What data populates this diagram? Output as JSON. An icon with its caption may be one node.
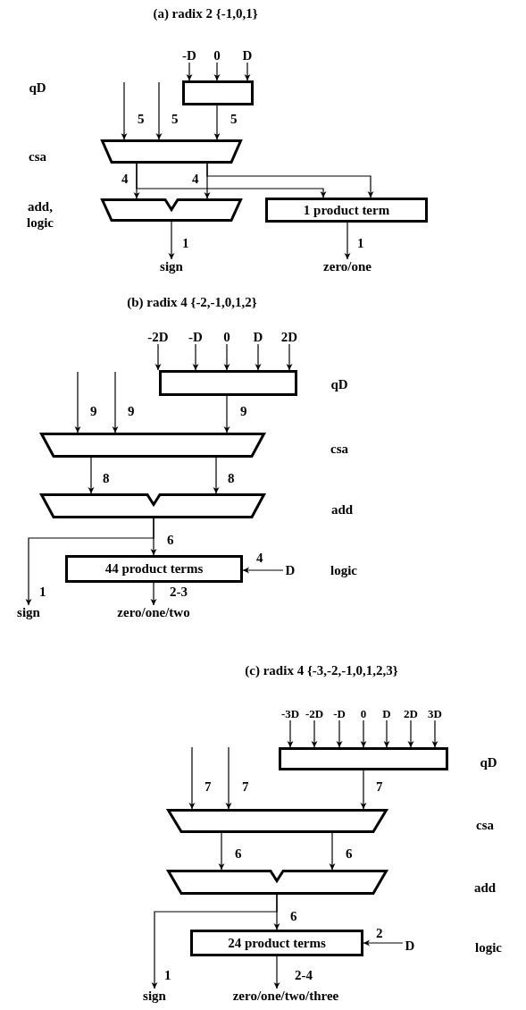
{
  "diagram": {
    "nodes": [
      {
        "text": [
          "-D"
        ]
      },
      {
        "text": [
          "0"
        ]
      },
      {
        "text": [
          "D"
        ]
      },
      {
        "text": [],
        "shape": "box"
      },
      {
        "text": [],
        "shape": "trapezoid"
      },
      {
        "text": [],
        "shape": "trapezoid"
      },
      {
        "text": [
          "1 product term"
        ]
      },
      {
        "text": [
          "sign"
        ]
      },
      {
        "text": [
          "zero/one"
        ]
      },
      {
        "text": [
          "-2D"
        ]
      },
      {
        "text": [
          "-D"
        ]
      },
      {
        "text": [
          "0"
        ]
      },
      {
        "text": [
          "D"
        ]
      },
      {
        "text": [
          "2D"
        ]
      },
      {
        "text": [],
        "shape": "box"
      },
      {
        "text": [],
        "shape": "trapezoid"
      },
      {
        "text": [],
        "shape": "trapezoid"
      },
      {
        "text": [
          "44 product terms"
        ]
      },
      {
        "text": [
          "D"
        ]
      },
      {
        "text": [
          "sign"
        ]
      },
      {
        "text": [
          "zero/one/two"
        ]
      },
      {
        "text": [
          "-3D"
        ]
      },
      {
        "text": [
          "-2D"
        ]
      },
      {
        "text": [
          "-D"
        ]
      },
      {
        "text": [
          "0"
        ]
      },
      {
        "text": [
          "D"
        ]
      },
      {
        "text": [
          "2D"
        ]
      },
      {
        "text": [
          "3D"
        ]
      },
      {
        "text": [],
        "shape": "box"
      },
      {
        "text": [],
        "shape": "trapezoid"
      },
      {
        "text": [],
        "shape": "trapezoid"
      },
      {
        "text": [
          "24 product terms"
        ]
      },
      {
        "text": [
          "D"
        ]
      },
      {
        "text": [
          "sign"
        ]
      },
      {
        "text": [
          "zero/one/two/three"
        ]
      }
    ],
    "edges": [
      {
        "from": 0,
        "to": 3,
        "arrow": "to"
      },
      {
        "from": 1,
        "to": 3,
        "arrow": "to"
      },
      {
        "from": 2,
        "to": 3,
        "arrow": "to"
      },
      {
        "from": null,
        "to": 4,
        "arrow": "to",
        "label": "5"
      },
      {
        "from": null,
        "to": 4,
        "arrow": "to",
        "label": "5"
      },
      {
        "from": 3,
        "to": 4,
        "arrow": "to",
        "label": "5"
      },
      {
        "from": 4,
        "to": 5,
        "arrow": "to",
        "label": "4"
      },
      {
        "from": 4,
        "to": 5,
        "arrow": "to",
        "label": "4"
      },
      {
        "from": 4,
        "to": 6,
        "arrow": "to"
      },
      {
        "from": 4,
        "to": 6,
        "arrow": "to"
      },
      {
        "from": 5,
        "to": 7,
        "arrow": "to",
        "label": "1"
      },
      {
        "from": 6,
        "to": 8,
        "arrow": "to",
        "label": "1"
      },
      {
        "from": 9,
        "to": 14,
        "arrow": "to"
      },
      {
        "from": 10,
        "to": 14,
        "arrow": "to"
      },
      {
        "from": 11,
        "to": 14,
        "arrow": "to"
      },
      {
        "from": 12,
        "to": 14,
        "arrow": "to"
      },
      {
        "from": 13,
        "to": 14,
        "arrow": "to"
      },
      {
        "from": null,
        "to": 15,
        "arrow": "to",
        "label": "9"
      },
      {
        "from": null,
        "to": 15,
        "arrow": "to",
        "label": "9"
      },
      {
        "from": 14,
        "to": 15,
        "arrow": "to",
        "label": "9"
      },
      {
        "from": 15,
        "to": 16,
        "arrow": "to",
        "label": "8"
      },
      {
        "from": 15,
        "to": 16,
        "arrow": "to",
        "label": "8"
      },
      {
        "from": 16,
        "to": 17,
        "arrow": "to",
        "label": "6"
      },
      {
        "from": 16,
        "to": 19,
        "arrow": "to",
        "label": "1"
      },
      {
        "from": 18,
        "to": 17,
        "arrow": "to",
        "label": "4"
      },
      {
        "from": 17,
        "to": 20,
        "arrow": "to",
        "label": "2-3"
      },
      {
        "from": 21,
        "to": 28,
        "arrow": "to"
      },
      {
        "from": 22,
        "to": 28,
        "arrow": "to"
      },
      {
        "from": 23,
        "to": 28,
        "arrow": "to"
      },
      {
        "from": 24,
        "to": 28,
        "arrow": "to"
      },
      {
        "from": 25,
        "to": 28,
        "arrow": "to"
      },
      {
        "from": 26,
        "to": 28,
        "arrow": "to"
      },
      {
        "from": 27,
        "to": 28,
        "arrow": "to"
      },
      {
        "from": null,
        "to": 29,
        "arrow": "to",
        "label": "7"
      },
      {
        "from": null,
        "to": 29,
        "arrow": "to",
        "label": "7"
      },
      {
        "from": 28,
        "to": 29,
        "arrow": "to",
        "label": "7"
      },
      {
        "from": 29,
        "to": 30,
        "arrow": "to",
        "label": "6"
      },
      {
        "from": 29,
        "to": 30,
        "arrow": "to",
        "label": "6"
      },
      {
        "from": 30,
        "to": 31,
        "arrow": "to",
        "label": "6"
      },
      {
        "from": 30,
        "to": 33,
        "arrow": "to",
        "label": "1"
      },
      {
        "from": 32,
        "to": 31,
        "arrow": "to",
        "label": "2"
      },
      {
        "from": 31,
        "to": 34,
        "arrow": "to",
        "label": "2-4"
      }
    ],
    "labels": [
      "(a) radix 2 {-1,0,1}",
      "qD",
      "csa",
      "add, logic",
      "(b) radix 4 {-2,-1,0,1,2}",
      "qD",
      "csa",
      "add",
      "logic",
      "(c) radix 4 {-3,-2,-1,0,1,2,3}",
      "qD",
      "csa",
      "add",
      "logic"
    ]
  }
}
